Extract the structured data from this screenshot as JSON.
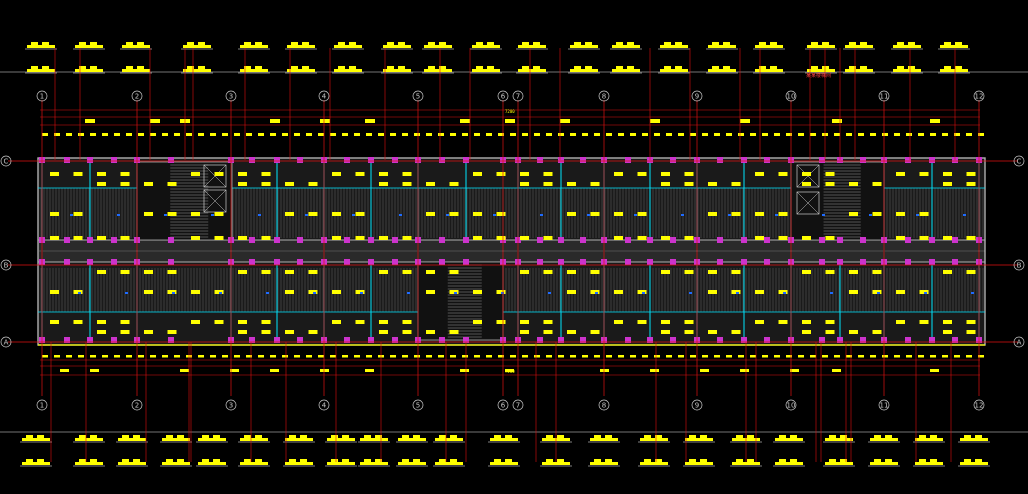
{
  "drawing": {
    "background": "#000000",
    "colors": {
      "axis_line": "#e01010",
      "wall": "#b0b0b0",
      "partition": "#00e5ff",
      "column": "#cc33cc",
      "tag": "#ffff00",
      "fixture": "#1e6bff",
      "hatch": "#777777",
      "frame": "#9a9a9a"
    },
    "axis_labels": {
      "columns": [
        "1",
        "2",
        "3",
        "4",
        "5",
        "6",
        "7",
        "8",
        "9",
        "10",
        "11",
        "12"
      ],
      "rows": [
        "C",
        "B",
        "A"
      ]
    },
    "note": "某某楼梯间",
    "dimension_text": "7200"
  }
}
